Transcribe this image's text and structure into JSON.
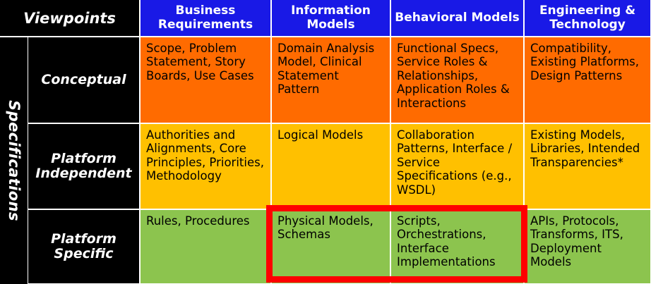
{
  "matrix": {
    "corner_label": "Viewpoints",
    "side_label": "Specifications",
    "columns": [
      {
        "id": "business-requirements",
        "label": "Business Requirements"
      },
      {
        "id": "information-models",
        "label": "Information Models"
      },
      {
        "id": "behavioral-models",
        "label": "Behavioral Models"
      },
      {
        "id": "engineering-technology",
        "label": "Engineering & Technology"
      }
    ],
    "rows": [
      {
        "id": "conceptual",
        "label": "Conceptual",
        "color": "#FF6B00",
        "cells": [
          "Scope, Problem Statement, Story Boards, Use Cases",
          "Domain Analysis Model, Clinical Statement Pattern",
          "Functional Specs, Service Roles & Relationships, Application Roles & Interactions",
          "Compatibility, Existing Platforms, Design Patterns"
        ]
      },
      {
        "id": "platform-independent",
        "label": "Platform Independent",
        "color": "#FFC000",
        "cells": [
          "Authorities and Alignments, Core Principles, Priorities, Methodology",
          "Logical Models",
          "Collaboration Patterns, Interface / Service Specifications (e.g., WSDL)",
          "Existing Models, Libraries, Intended Transparencies*"
        ]
      },
      {
        "id": "platform-specific",
        "label": "Platform Specific",
        "color": "#8CC44E",
        "cells": [
          "Rules, Procedures",
          "Physical Models, Schemas",
          "Scripts, Orchestrations, Interface Implementations",
          "APIs, Protocols, Transforms, ITS, Deployment Models"
        ]
      }
    ],
    "highlight": {
      "color": "#FF0000",
      "row": "platform-specific",
      "columns": [
        "information-models",
        "behavioral-models"
      ]
    },
    "colors": {
      "header_background": "#1919E6",
      "header_text": "#FFFFFF",
      "label_background": "#000000",
      "label_text": "#FFFFFF",
      "row_conceptual": "#FF6B00",
      "row_platform_independent": "#FFC000",
      "row_platform_specific": "#8CC44E",
      "grid_line": "#FFFFFF",
      "highlight": "#FF0000"
    }
  }
}
